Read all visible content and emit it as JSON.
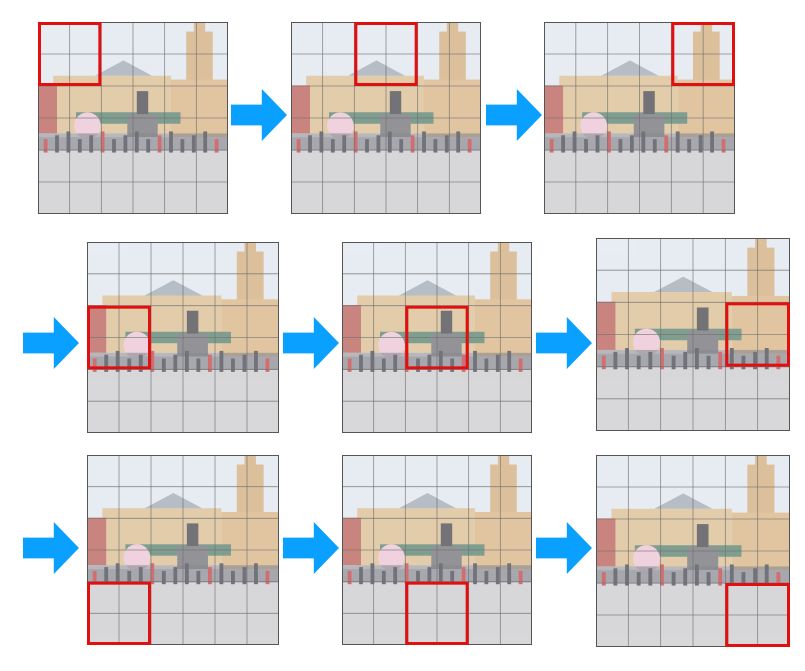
{
  "diagram": {
    "grid_divisions": 6,
    "window_cells": 2,
    "colors": {
      "window": "#e01010",
      "arrow": "#0aa0ff",
      "grid": "#707070",
      "sky": "#dfe6ee",
      "building": "#d8b98a",
      "tower": "#cfa975",
      "ground": "#c9c8cc",
      "crowd": "#5a5a66"
    },
    "frames": [
      {
        "step": 1,
        "window_col": 0,
        "window_row": 0
      },
      {
        "step": 2,
        "window_col": 2,
        "window_row": 0
      },
      {
        "step": 3,
        "window_col": 4,
        "window_row": 0
      },
      {
        "step": 4,
        "window_col": 0,
        "window_row": 2
      },
      {
        "step": 5,
        "window_col": 2,
        "window_row": 2
      },
      {
        "step": 6,
        "window_col": 4,
        "window_row": 2
      },
      {
        "step": 7,
        "window_col": 0,
        "window_row": 4
      },
      {
        "step": 8,
        "window_col": 2,
        "window_row": 4
      },
      {
        "step": 9,
        "window_col": 4,
        "window_row": 4
      }
    ],
    "arrows": [
      {
        "from_step": 1,
        "to_step": 2
      },
      {
        "from_step": 2,
        "to_step": 3
      },
      {
        "from_step": 3,
        "to_step": 4
      },
      {
        "from_step": 4,
        "to_step": 5
      },
      {
        "from_step": 5,
        "to_step": 6
      },
      {
        "from_step": 6,
        "to_step": 7
      },
      {
        "from_step": 7,
        "to_step": 8
      },
      {
        "from_step": 8,
        "to_step": 9
      }
    ]
  }
}
